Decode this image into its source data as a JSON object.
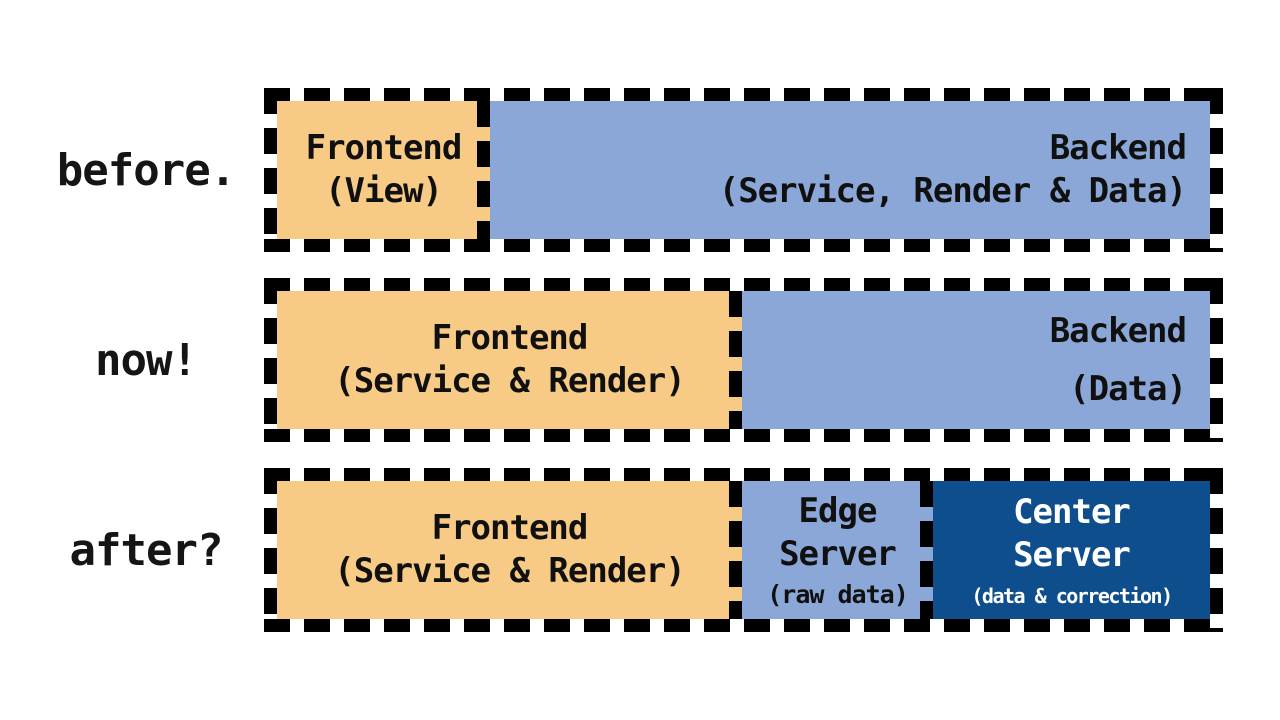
{
  "colors": {
    "background": "#ffffff",
    "frontend_fill": "#F7CA85",
    "backend_fill": "#8AA7D8",
    "edge_server_fill": "#8AA7D8",
    "center_server_fill": "#0F4E8C",
    "dash_border": "#000000",
    "text_dark": "#101010",
    "text_light": "#ffffff"
  },
  "rows": [
    {
      "label": "before.",
      "segments": [
        {
          "name": "frontend",
          "lines": [
            "Frontend",
            "(View)"
          ]
        },
        {
          "name": "backend",
          "lines": [
            "Backend",
            "(Service, Render & Data)"
          ]
        }
      ]
    },
    {
      "label": "now!",
      "segments": [
        {
          "name": "frontend",
          "lines": [
            "Frontend",
            "(Service & Render)"
          ]
        },
        {
          "name": "backend",
          "lines": [
            "Backend",
            "(Data)"
          ]
        }
      ]
    },
    {
      "label": "after?",
      "segments": [
        {
          "name": "frontend",
          "lines": [
            "Frontend",
            "(Service & Render)"
          ]
        },
        {
          "name": "edge_server",
          "lines": [
            "Edge",
            "Server",
            "(raw data)"
          ]
        },
        {
          "name": "center_server",
          "lines": [
            "Center",
            "Server",
            "(data & correction)"
          ]
        }
      ]
    }
  ]
}
